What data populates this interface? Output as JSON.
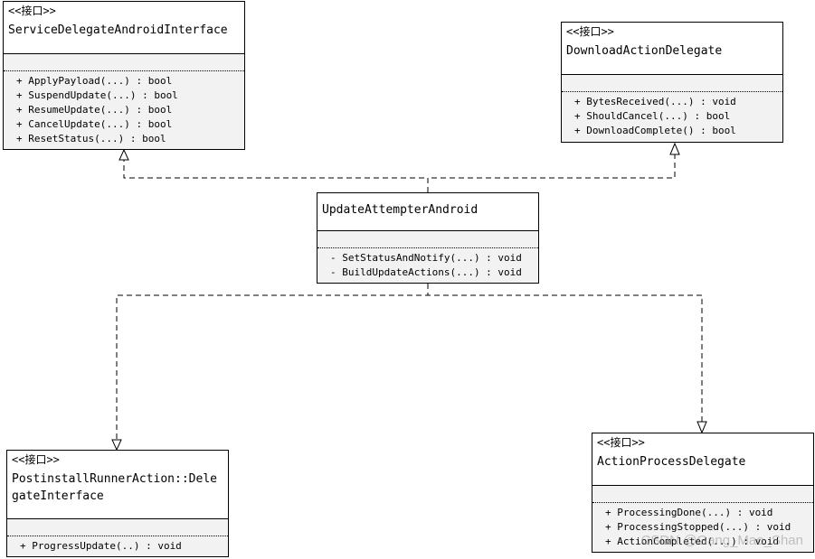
{
  "classes": {
    "service_delegate": {
      "stereotype": "<<接口>>",
      "name": "ServiceDelegateAndroidInterface",
      "operations": [
        "+ ApplyPayload(...) : bool",
        "+ SuspendUpdate(...) : bool",
        "+ ResumeUpdate(...) : bool",
        "+ CancelUpdate(...) : bool",
        "+ ResetStatus(...) : bool"
      ]
    },
    "download_action": {
      "stereotype": "<<接口>>",
      "name": "DownloadActionDelegate",
      "operations": [
        "+ BytesReceived(...) : void",
        "+ ShouldCancel(...) : bool",
        "+ DownloadComplete() : bool"
      ]
    },
    "update_attempter": {
      "stereotype": "",
      "name": "UpdateAttempterAndroid",
      "operations": [
        "- SetStatusAndNotify(...) : void",
        "- BuildUpdateActions(...) : void"
      ]
    },
    "postinstall": {
      "stereotype": "<<接口>>",
      "name": "PostinstallRunnerAction::DelegateInterface",
      "operations": [
        "+ ProgressUpdate(..) : void"
      ]
    },
    "action_process": {
      "stereotype": "<<接口>>",
      "name": "ActionProcessDelegate",
      "operations": [
        "+ ProcessingDone(...) : void",
        "+ ProcessingStopped(...) : void",
        "+ ActionCompleted(...) : void"
      ]
    }
  },
  "watermark": "CSDN @Gang_Mao_Shan"
}
